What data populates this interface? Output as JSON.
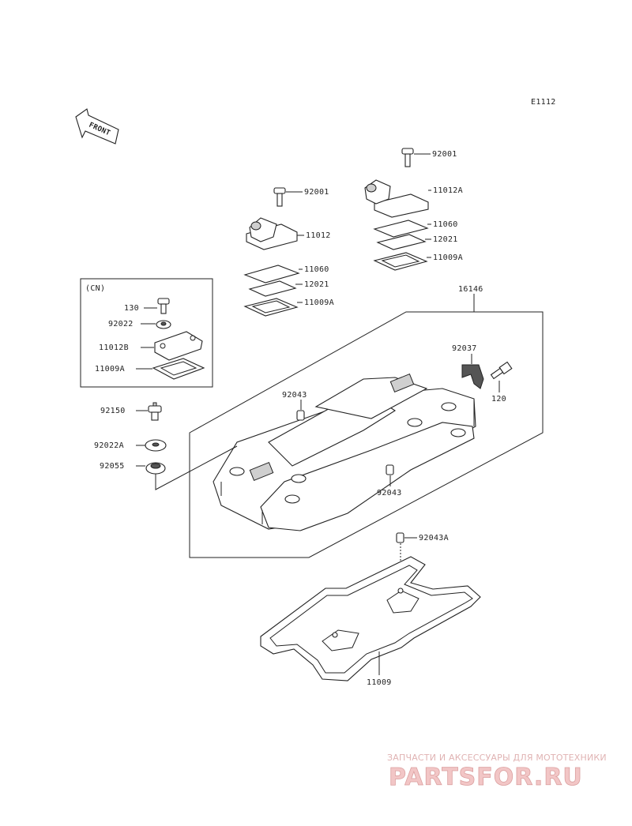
{
  "figure_code": "E1112",
  "front_label": "FRONT",
  "cn_box_label": "(CN)",
  "parts": {
    "p_92001_r": "92001",
    "p_11012A": "11012A",
    "p_11060_r": "11060",
    "p_12021_r": "12021",
    "p_11009A_r": "11009A",
    "p_92001_l": "92001",
    "p_11012": "11012",
    "p_11060_l": "11060",
    "p_12021_l": "12021",
    "p_11009A_l": "11009A",
    "p_16146": "16146",
    "p_130": "130",
    "p_92022": "92022",
    "p_11012B": "11012B",
    "p_11009A_cn": "11009A",
    "p_92037": "92037",
    "p_120": "120",
    "p_92043_top": "92043",
    "p_92150": "92150",
    "p_92022A": "92022A",
    "p_92055": "92055",
    "p_92043_mid": "92043",
    "p_92043A": "92043A",
    "p_11009": "11009"
  },
  "watermark": {
    "line1": "ЗАПЧАСТИ И АКСЕССУАРЫ ДЛЯ МОТОТЕХНИКИ",
    "line2": "PARTSFOR.RU"
  }
}
